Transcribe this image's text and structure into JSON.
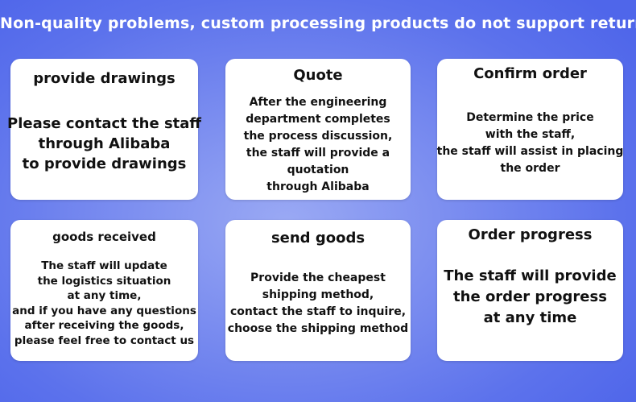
{
  "banner": {
    "text": "Non-quality problems, custom processing products do not support returns"
  },
  "steps": [
    {
      "title": "provide drawings",
      "body": "Please contact the staff\nthrough Alibaba\nto provide drawings"
    },
    {
      "title": "Quote",
      "body": "After the engineering\ndepartment completes\nthe process discussion,\nthe staff will provide a\nquotation\nthrough Alibaba"
    },
    {
      "title": "Confirm order",
      "body": "Determine the price\nwith the staff,\nthe staff will assist in placing\nthe order"
    },
    {
      "title": "goods received",
      "body": "The staff will update\nthe logistics situation\nat any time,\nand if you have any questions\nafter receiving the goods,\nplease feel free to contact us"
    },
    {
      "title": "send goods",
      "body": "Provide the cheapest\nshipping method,\ncontact the staff to inquire,\nchoose the shipping method"
    },
    {
      "title": "Order progress",
      "body": "The staff will provide\nthe order progress\nat any time"
    }
  ]
}
